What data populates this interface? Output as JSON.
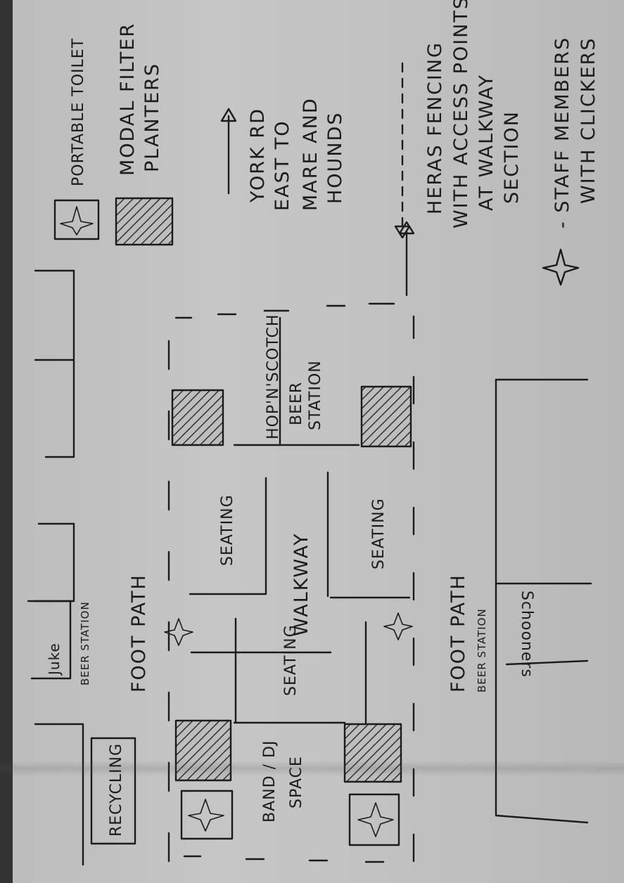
{
  "legend": {
    "toilet": "PORTABLE TOILET",
    "planters_1": "MODAL FILTER",
    "planters_2": "PLANTERS",
    "direction_1": "YORK RD",
    "direction_2": "EAST TO",
    "direction_3": "MARE AND",
    "direction_4": "HOUNDS",
    "fencing_1": "HERAS FENCING",
    "fencing_2": "WITH ACCESS POINTS",
    "fencing_3": "AT WALKWAY",
    "fencing_4": "SECTION",
    "staff_1": "- STAFF MEMBERS",
    "staff_2": "WITH CLICKERS"
  },
  "map": {
    "recycling": "RECYCLING",
    "juke": "Juke",
    "beer_station_top": "BEER STATION",
    "foot_path_top": "FOOT PATH",
    "band_1": "BAND / DJ",
    "band_2": "SPACE",
    "seating_left": "SEATING",
    "walkway": "WALKWAY",
    "seating_top": "SEATING",
    "seating_bottom": "SEATING",
    "hopscotch_1": "HOP'N'SCOTCH",
    "hopscotch_2": "BEER",
    "hopscotch_3": "STATION",
    "foot_path_bottom": "FOOT PATH",
    "beer_station_bottom": "BEER STATION",
    "schooners": "Schooners"
  }
}
